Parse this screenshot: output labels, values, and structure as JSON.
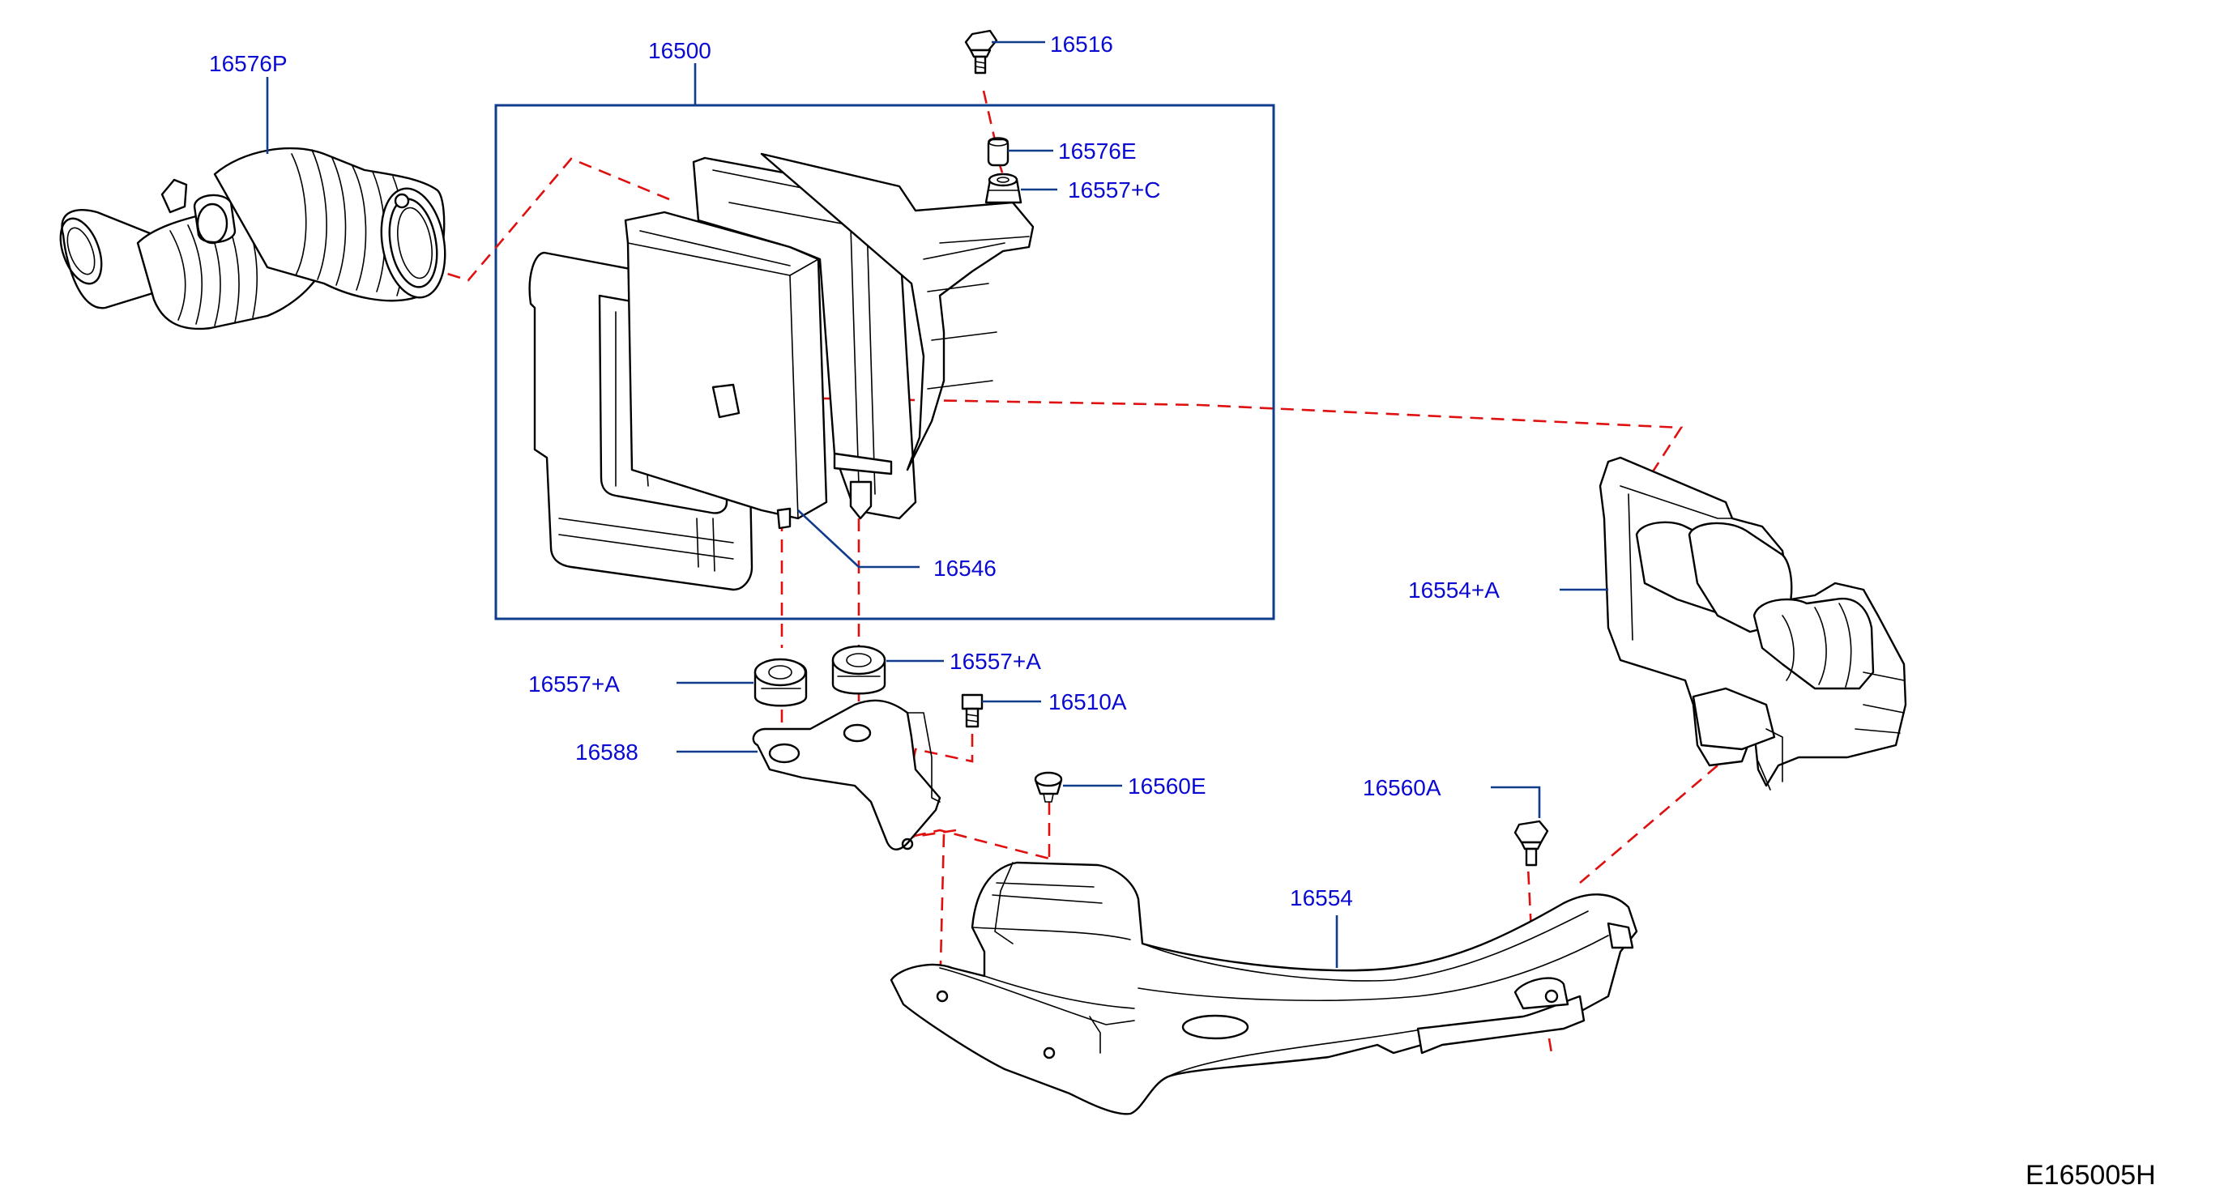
{
  "diagram": {
    "code": "E165005H",
    "labels": {
      "l_16576P": "16576P",
      "l_16500": "16500",
      "l_16516": "16516",
      "l_16576E": "16576E",
      "l_16557C": "16557+C",
      "l_16546": "16546",
      "l_16557A_left": "16557+A",
      "l_16557A_right": "16557+A",
      "l_16510A": "16510A",
      "l_16588": "16588",
      "l_16560E": "16560E",
      "l_16560A": "16560A",
      "l_16554A": "16554+A",
      "l_16554": "16554"
    }
  },
  "colors": {
    "label_text": "#0a0ad2",
    "leader_line": "#103c8c",
    "dashed_link": "#e01010",
    "part_outline": "#000000",
    "background": "#ffffff"
  }
}
